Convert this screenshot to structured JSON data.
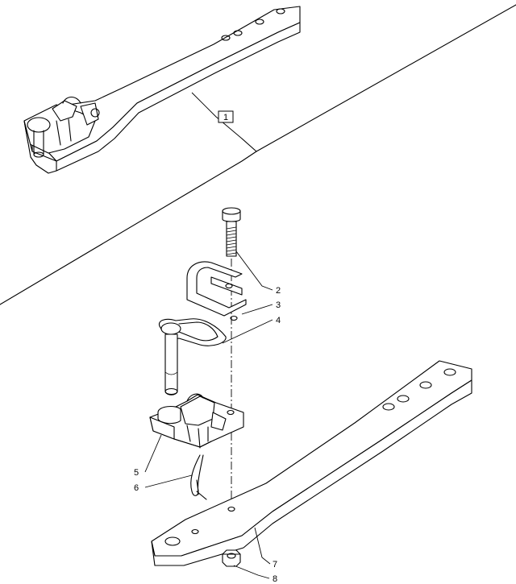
{
  "diagram": {
    "callouts": [
      {
        "id": "c1",
        "label": "1",
        "boxed": true
      },
      {
        "id": "c2",
        "label": "2"
      },
      {
        "id": "c3",
        "label": "3"
      },
      {
        "id": "c4",
        "label": "4"
      },
      {
        "id": "c5",
        "label": "5"
      },
      {
        "id": "c6",
        "label": "6"
      },
      {
        "id": "c7",
        "label": "7"
      },
      {
        "id": "c8",
        "label": "8"
      }
    ]
  }
}
